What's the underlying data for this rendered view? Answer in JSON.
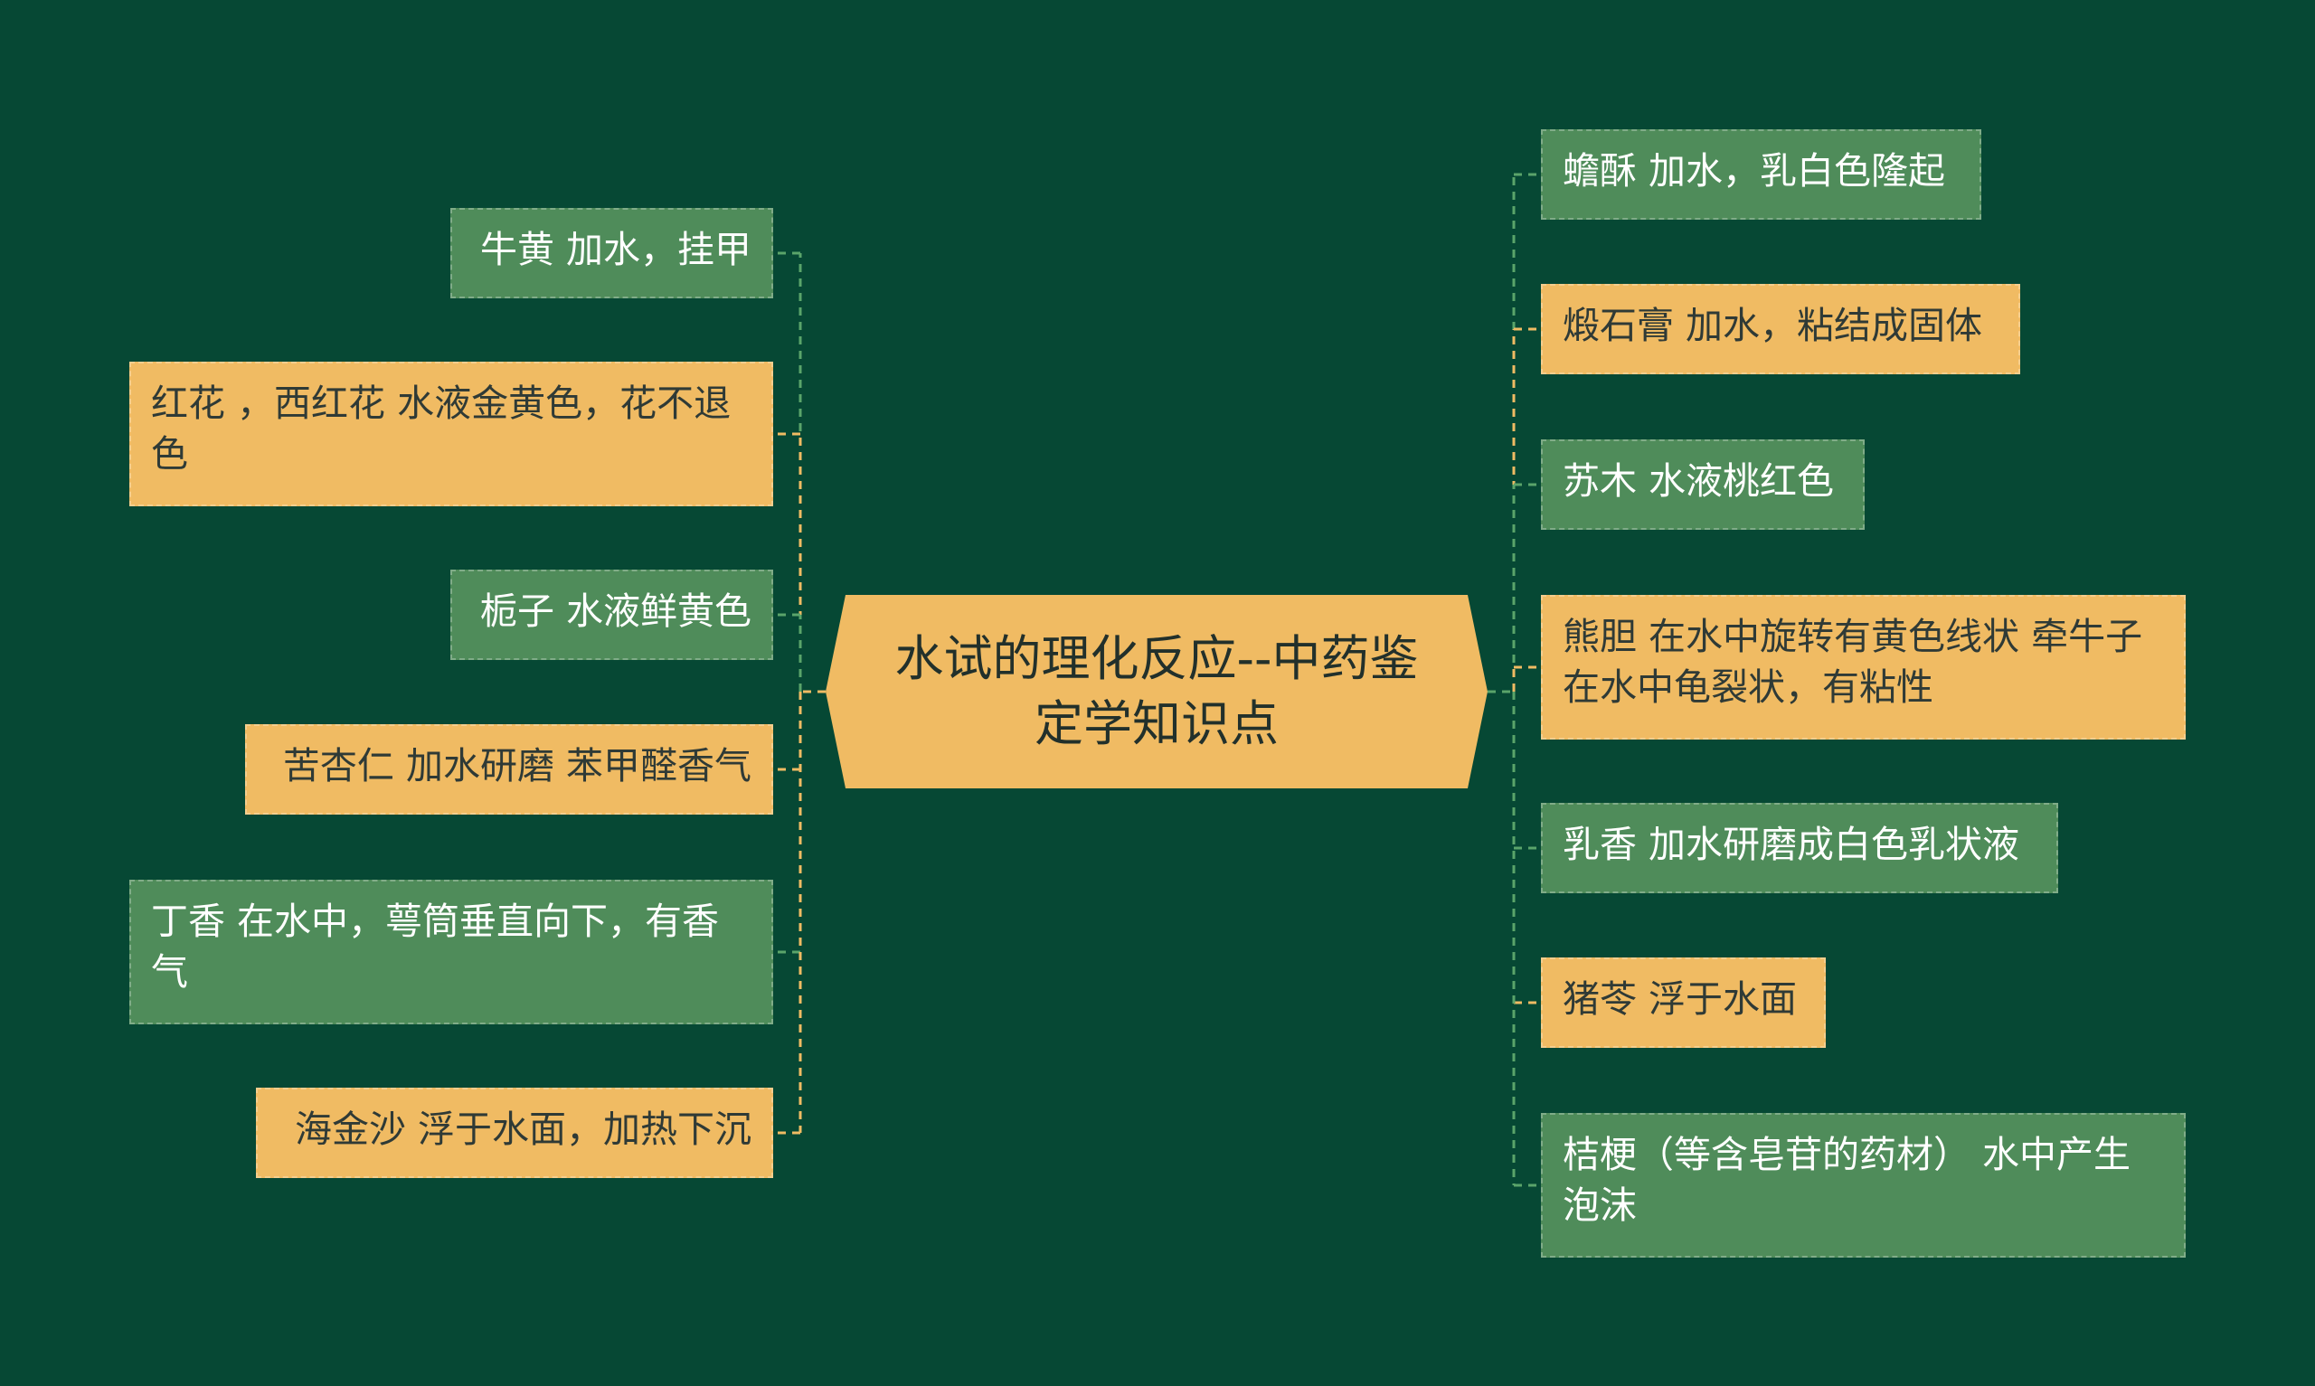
{
  "title": "水试的理化反应--中药鉴定学知识点",
  "colors": {
    "background": "#064834",
    "green_node": "#4f8c5a",
    "yellow_node": "#f0bb63",
    "center_node": "#f0bb63",
    "green_link": "#5aa46a",
    "yellow_link": "#f0bb63"
  },
  "left_branches": [
    {
      "text": "牛黄 加水，挂甲",
      "color": "green"
    },
    {
      "text": "红花 ，西红花 水液金黄色，花不退色",
      "color": "yellow"
    },
    {
      "text": "栀子 水液鲜黄色",
      "color": "green"
    },
    {
      "text": "苦杏仁 加水研磨 苯甲醛香气",
      "color": "yellow"
    },
    {
      "text": "丁香 在水中，萼筒垂直向下，有香气",
      "color": "green"
    },
    {
      "text": "海金沙 浮于水面，加热下沉",
      "color": "yellow"
    }
  ],
  "right_branches": [
    {
      "text": "蟾酥 加水，乳白色隆起",
      "color": "green"
    },
    {
      "text": "煅石膏 加水，粘结成固体",
      "color": "yellow"
    },
    {
      "text": "苏木 水液桃红色",
      "color": "green"
    },
    {
      "text": "熊胆 在水中旋转有黄色线状 牵牛子 在水中龟裂状，有粘性",
      "color": "yellow"
    },
    {
      "text": "乳香 加水研磨成白色乳状液",
      "color": "green"
    },
    {
      "text": "猪苓 浮于水面",
      "color": "yellow"
    },
    {
      "text": "桔梗（等含皂苷的药材） 水中产生泡沫",
      "color": "green"
    }
  ]
}
